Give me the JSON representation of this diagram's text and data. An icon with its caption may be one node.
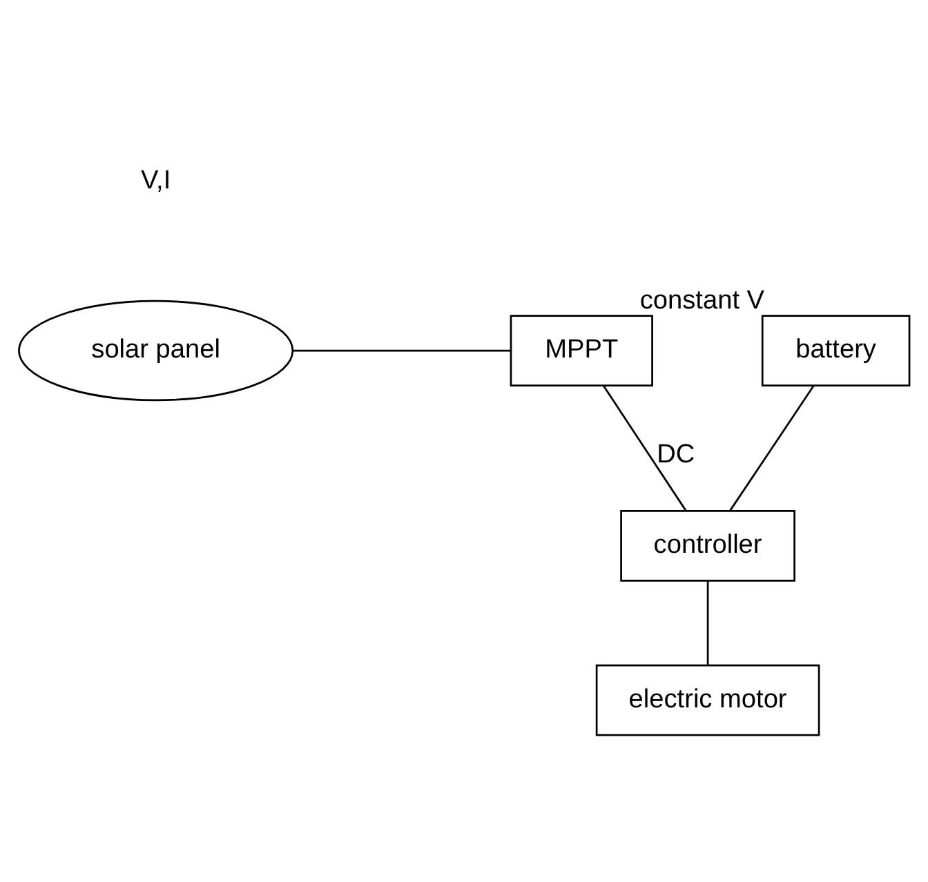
{
  "diagram": {
    "nodes": [
      {
        "text": [
          "solar panel"
        ]
      },
      {
        "text": [
          "MPPT"
        ]
      },
      {
        "text": [
          "battery"
        ],
        "beside": [
          "constant V"
        ]
      },
      {
        "text": [
          "controller"
        ]
      },
      {
        "text": [
          "electric motor"
        ]
      }
    ],
    "edges": [
      {
        "from": 0,
        "to": 1,
        "arrow": "none"
      },
      {
        "from": 1,
        "to": 3,
        "arrow": "none",
        "label": "DC"
      },
      {
        "from": 2,
        "to": 3,
        "arrow": "none"
      },
      {
        "from": 3,
        "to": 4,
        "arrow": "none"
      }
    ],
    "labels": [
      "V,I"
    ]
  }
}
